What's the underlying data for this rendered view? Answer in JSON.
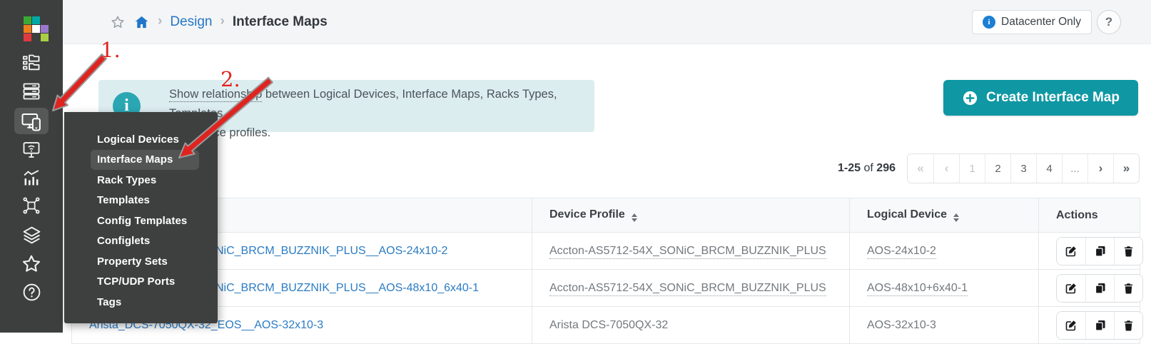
{
  "breadcrumb": {
    "section": "Design",
    "page": "Interface Maps"
  },
  "topbar": {
    "badge": "Datacenter Only",
    "help": "?"
  },
  "banner": {
    "underlined": "Show relationship",
    "line1_rest": " between Logical Devices, Interface Maps, Racks Types, Templates,",
    "line2": "and device profiles.",
    "icon": "i"
  },
  "create_button": {
    "label": "Create Interface Map"
  },
  "flyout": {
    "items": [
      "Logical Devices",
      "Interface Maps",
      "Rack Types",
      "Templates",
      "Config Templates",
      "Configlets",
      "Property Sets",
      "TCP/UDP Ports",
      "Tags"
    ],
    "active_item": "Interface Maps"
  },
  "pagination": {
    "range": "1-25",
    "of": "of",
    "total": "296",
    "first": "«",
    "prev": "‹",
    "p1": "1",
    "p2": "2",
    "p3": "3",
    "p4": "4",
    "dots": "...",
    "next": "›",
    "last": "»"
  },
  "table": {
    "headers": {
      "name": "",
      "device_profile": "Device Profile",
      "logical_device": "Logical Device",
      "actions": "Actions"
    },
    "rows": [
      {
        "name": "Accton-AS5712-54X_SONiC_BRCM_BUZZNIK_PLUS__AOS-24x10-2",
        "device_profile": "Accton-AS5712-54X_SONiC_BRCM_BUZZNIK_PLUS",
        "logical_device": "AOS-24x10-2"
      },
      {
        "name": "Accton-AS5712-54X_SONiC_BRCM_BUZZNIK_PLUS__AOS-48x10_6x40-1",
        "device_profile": "Accton-AS5712-54X_SONiC_BRCM_BUZZNIK_PLUS",
        "logical_device": "AOS-48x10+6x40-1"
      },
      {
        "name": "Arista_DCS-7050QX-32_EOS__AOS-32x10-3",
        "device_profile": "Arista DCS-7050QX-32",
        "logical_device": "AOS-32x10-3"
      }
    ]
  },
  "annotations": {
    "step1": "1.",
    "step2": "2."
  },
  "sidebar": {
    "items": [
      "blueprints",
      "servers",
      "design",
      "devices",
      "analytics",
      "resources",
      "layers",
      "favorites",
      "help"
    ]
  },
  "colors": {
    "accent_teal": "#0f97a4",
    "banner_icon_teal": "#2ba7b4",
    "link_blue": "#2b7cc4",
    "banner_bg": "#dcedf0",
    "sidebar_bg": "#3d3f3e",
    "annotation_red": "#df2420",
    "badge_info_blue": "#1b7fd4"
  }
}
